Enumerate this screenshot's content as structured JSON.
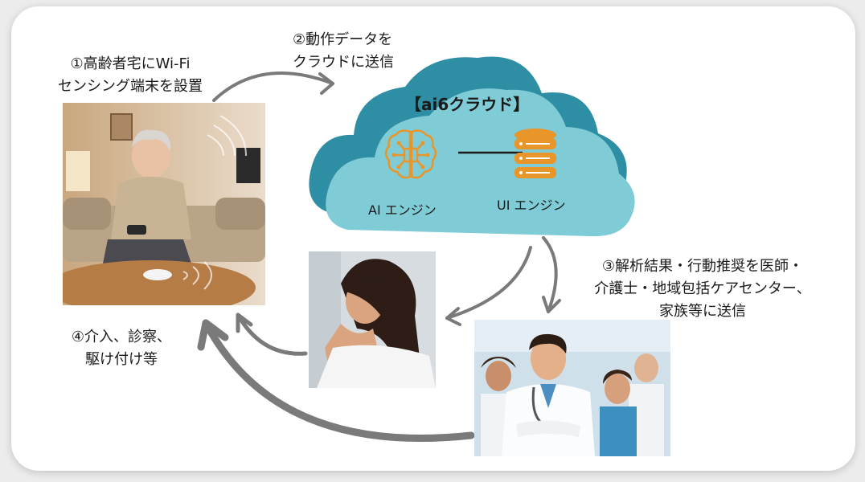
{
  "step1": {
    "line1": "①高齢者宅にWi-Fi",
    "line2": "センシング端末を設置"
  },
  "step2": {
    "line1": "②動作データを",
    "line2": "クラウドに送信"
  },
  "step3": {
    "line1": "③解析結果・行動推奨を医師・",
    "line2": "介護士・地域包括ケアセンター、",
    "line3": "家族等に送信"
  },
  "step4": {
    "line1": "④介入、診察、",
    "line2": "駆け付け等"
  },
  "cloud": {
    "title": "【ai6クラウド】",
    "ai_engine": "AI エンジン",
    "ui_engine": "UI エンジン"
  },
  "icons": {
    "ai": "brain-circuit-icon",
    "ui": "database-icon"
  },
  "colors": {
    "cloud_back": "#2e8fa4",
    "cloud_front": "#7fcbd6",
    "accent": "#e8962a",
    "arrow": "#7a7a7a"
  }
}
